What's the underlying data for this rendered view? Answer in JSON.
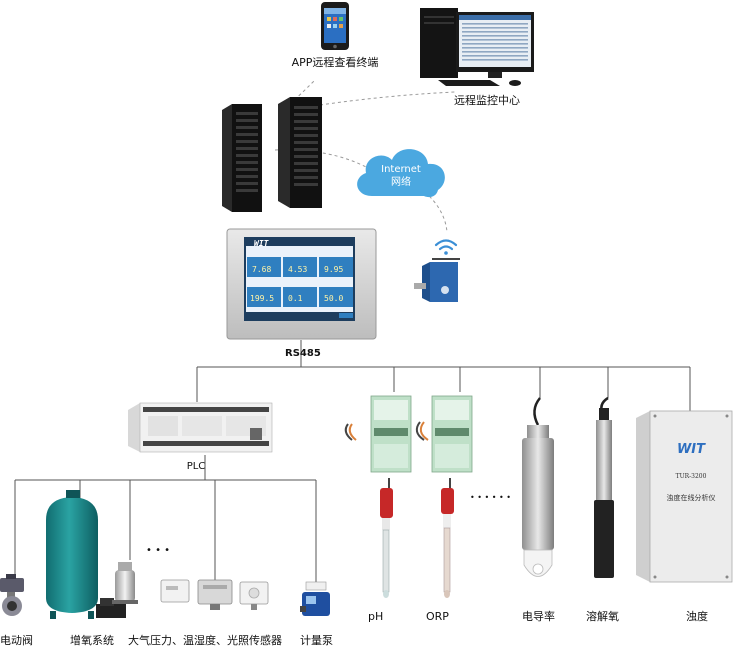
{
  "labels": {
    "app": "APP远程查看终端",
    "monitor": "远程监控中心",
    "internet": "Internet",
    "network": "网络",
    "rs485": "RS485",
    "plc": "PLC",
    "valve": "电动阀",
    "oxygen_system": "增氧系统",
    "sensors": "大气压力、温湿度、光照传感器",
    "pump": "计量泵",
    "ph": "pH",
    "orp": "ORP",
    "conductivity": "电导率",
    "dissolved_oxygen": "溶解氧",
    "turbidity": "浊度",
    "ellipsis_small": "• • •",
    "ellipsis_probe": "• • • • • •"
  },
  "hmi": {
    "brand": "WIT",
    "readings": [
      "7.68",
      "4.53",
      "9.95",
      "199.5",
      "0.1",
      "50.0"
    ]
  },
  "turbidity_analyzer": {
    "brand": "WIT",
    "model": "TUR-3200",
    "name": "浊度在线分析仪"
  },
  "colors": {
    "cloud": "#4ba8e0",
    "teal_tank": "#1c8c8e",
    "hmi_screen": "#2f7fc0",
    "line": "#555555",
    "dashed": "#9a9a9a"
  }
}
